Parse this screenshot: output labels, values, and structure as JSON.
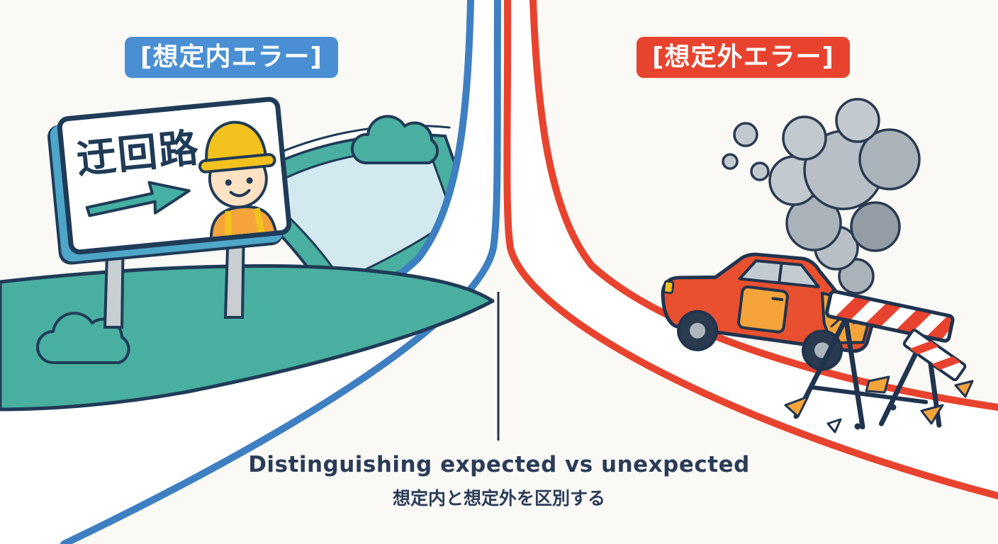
{
  "badges": {
    "expected": {
      "label": "[想定内エラー]"
    },
    "unexpected": {
      "label": "[想定外エラー]"
    }
  },
  "sign": {
    "text": "迂回路"
  },
  "caption": {
    "title": "Distinguishing expected vs unexpected",
    "subtitle": "想定内と想定外を区別する"
  },
  "colors": {
    "expected_blue": "#4A8FD3",
    "unexpected_red": "#E8432E",
    "road_blue_edge": "#3E7FC1",
    "teal_green": "#49AFA0",
    "outline_navy": "#1F3B57",
    "caption_text": "#2B3C58",
    "helmet_yellow": "#F4C21E",
    "car_red": "#E8502F",
    "car_orange": "#F5A43B",
    "smoke_gray": "#B8BFC6"
  }
}
